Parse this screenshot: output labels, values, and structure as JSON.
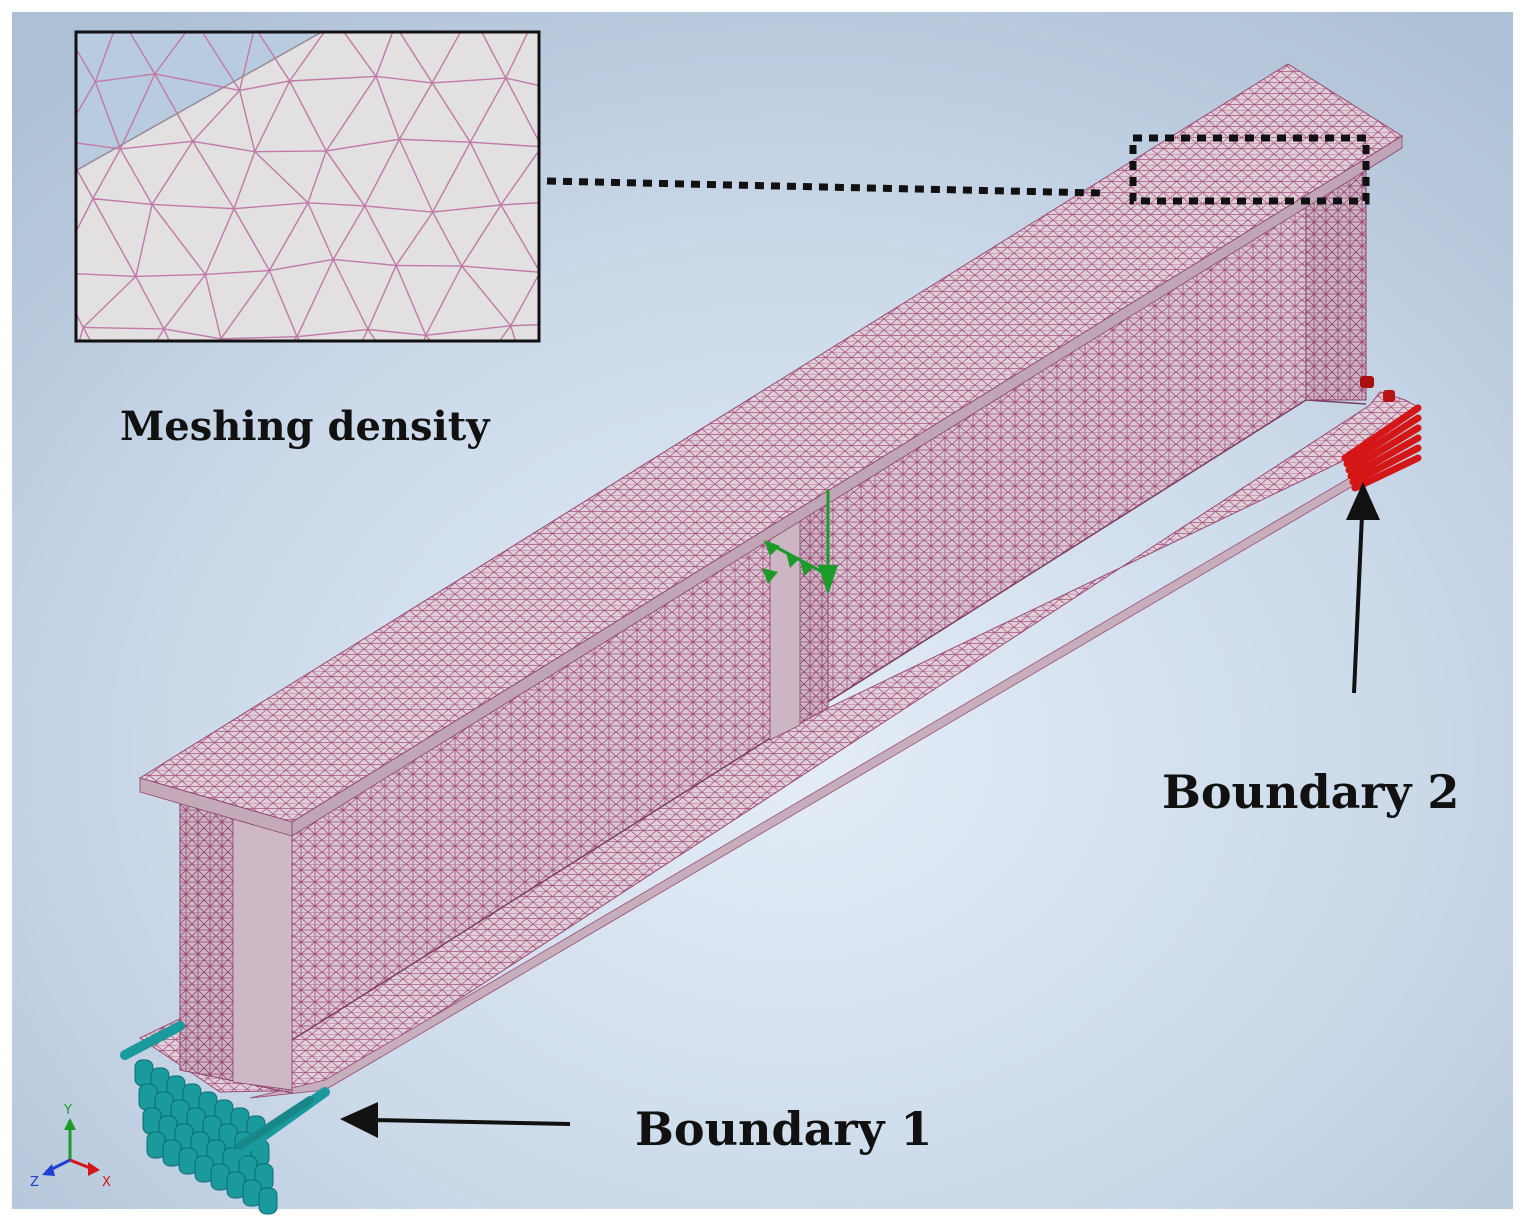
{
  "labels": {
    "meshing_density": "Meshing density",
    "boundary_1": "Boundary 1",
    "boundary_2": "Boundary 2"
  },
  "axis_triad": {
    "y": "Y",
    "z": "Z",
    "x": "X"
  },
  "colors": {
    "background_top": "#b4c6da",
    "background_center": "#dbe7f3",
    "mesh_face": "#d8c3cf",
    "mesh_line": "#a2567e",
    "inset_face": "#e2e0e1",
    "inset_line": "#c07aa6",
    "boundary_1": "#1a9a9c",
    "boundary_2": "#d41616",
    "load": "#1c9a2a",
    "annotation": "#111111"
  },
  "icons": {
    "inset": "magnified-mesh-inset",
    "beam": "i-beam-mesh-model",
    "boundary_1": "fixed-support-icon",
    "boundary_2": "roller-support-icon",
    "load": "load-arrow-icon",
    "triad": "xyz-axis-triad-icon"
  }
}
